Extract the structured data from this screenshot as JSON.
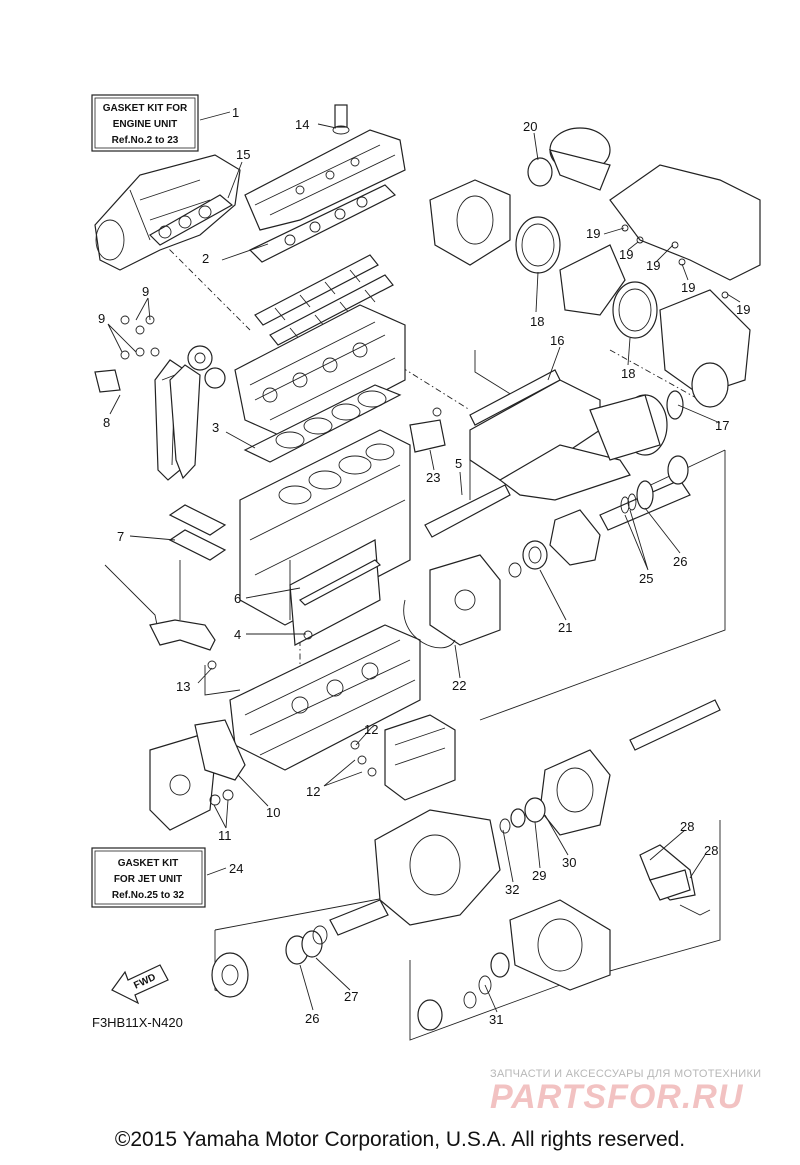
{
  "kit_boxes": {
    "engine": {
      "line1": "GASKET KIT FOR",
      "line2": "ENGINE UNIT",
      "line3": "Ref.No.2 to 23"
    },
    "jet": {
      "line1": "GASKET KIT",
      "line2": "FOR JET UNIT",
      "line3": "Ref.No.25 to 32"
    }
  },
  "callouts": [
    "1",
    "2",
    "3",
    "4",
    "5",
    "6",
    "7",
    "8",
    "9",
    "9",
    "10",
    "11",
    "12",
    "12",
    "13",
    "14",
    "15",
    "16",
    "17",
    "18",
    "18",
    "19",
    "19",
    "19",
    "19",
    "19",
    "20",
    "21",
    "22",
    "23",
    "24",
    "25",
    "26",
    "26",
    "27",
    "28",
    "28",
    "29",
    "30",
    "31",
    "32"
  ],
  "fwd_label": "FWD",
  "drawing_code": "F3HB11X-N420",
  "watermark": {
    "tagline": "ЗАПЧАСТИ И АКСЕССУАРЫ ДЛЯ МОТОТЕХНИКИ",
    "logo": "PARTSFOR.RU"
  },
  "copyright": "©2015 Yamaha Motor Corporation, U.S.A. All rights reserved."
}
